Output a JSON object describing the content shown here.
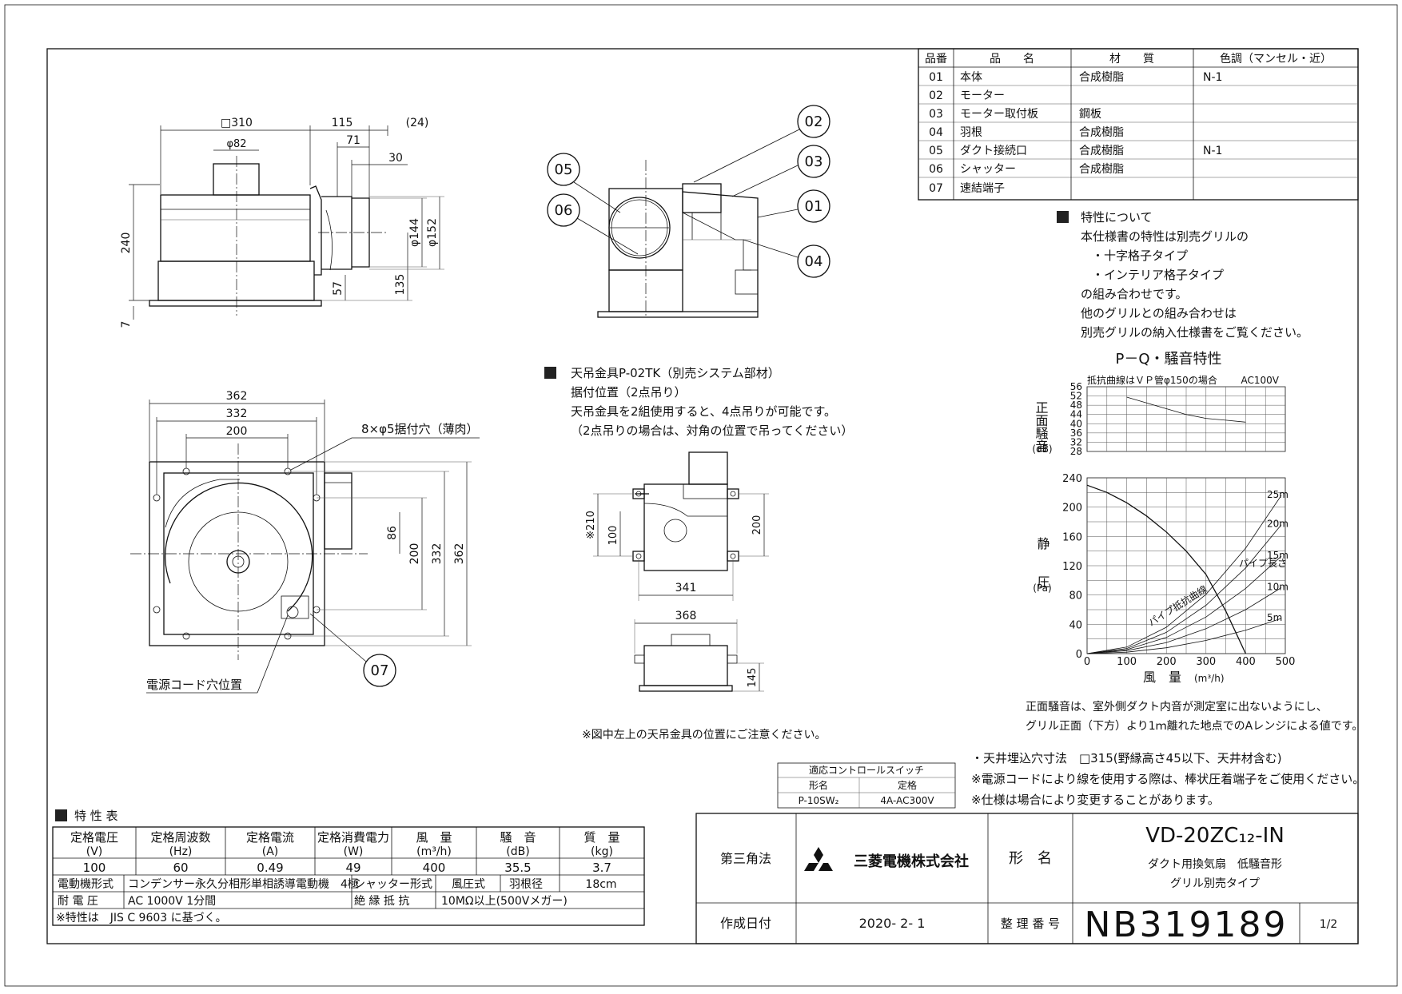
{
  "parts_table": {
    "headers": [
      "品番",
      "品　　名",
      "材　　質",
      "色調（マンセル・近）"
    ],
    "rows": [
      [
        "01",
        "本体",
        "合成樹脂",
        "N-1"
      ],
      [
        "02",
        "モーター",
        "",
        ""
      ],
      [
        "03",
        "モーター取付板",
        "鋼板",
        ""
      ],
      [
        "04",
        "羽根",
        "合成樹脂",
        ""
      ],
      [
        "05",
        "ダクト接続口",
        "合成樹脂",
        "N-1"
      ],
      [
        "06",
        "シャッター",
        "合成樹脂",
        ""
      ],
      [
        "07",
        "速結端子",
        "",
        ""
      ]
    ]
  },
  "callouts": [
    "02",
    "03",
    "01",
    "04",
    "05",
    "06",
    "07"
  ],
  "characteristics_note": {
    "title": "特性について",
    "lines": [
      "本仕様書の特性は別売グリルの",
      "・十字格子タイプ",
      "・インテリア格子タイプ",
      "の組み合わせです。",
      "他のグリルとの組み合わせは",
      "別売グリルの納入仕様書をご覧ください。"
    ]
  },
  "front_dims": {
    "w310": "□310",
    "d82": "φ82",
    "d115": "115",
    "d24": "(24)",
    "d71": "71",
    "d30": "30",
    "h240": "240",
    "h7": "7",
    "h57": "57",
    "h135": "135",
    "p144": "φ144",
    "p152": "φ152"
  },
  "plan_dims": {
    "d362": "362",
    "d332": "332",
    "d200": "200",
    "v86": "86",
    "v200": "200",
    "v332": "332",
    "v362": "362",
    "holes": "8×φ5据付穴（薄肉）",
    "cord": "電源コード穴位置"
  },
  "hanger": {
    "title": "天吊金具P-02TK（別売システム部材）",
    "lines": [
      "据付位置（2点吊り）",
      "天吊金具を2組使用すると、4点吊りが可能です。",
      "（2点吊りの場合は、対角の位置で吊ってください）"
    ],
    "d210": "※210",
    "d100": "100",
    "d200": "200",
    "d341": "341",
    "d368": "368",
    "d145": "145",
    "note": "※図中左上の天吊金具の位置にご注意ください。"
  },
  "chart_data": [
    {
      "type": "line",
      "title": "P－Q・騒音特性",
      "subtitle": "抵抗曲線はＶＰ管φ150の場合",
      "voltage": "AC100V",
      "ylabel": "正面騒音",
      "yunit": "(dB)",
      "yticks": [
        "56",
        "52",
        "48",
        "44",
        "40",
        "36",
        "32",
        "28"
      ],
      "ylim": [
        28,
        56
      ],
      "xlim": [
        0,
        500
      ],
      "series": [
        {
          "x": [
            100,
            150,
            200,
            250,
            300,
            350,
            400
          ],
          "y": [
            51.5,
            49,
            46.5,
            44,
            42.3,
            41.5,
            40.7
          ]
        }
      ]
    },
    {
      "type": "line",
      "ylabel": "静　　圧",
      "yunit": "(Pa)",
      "xlabel": "風　量",
      "xunit": "(m³/h)",
      "xticks": [
        "0",
        "100",
        "200",
        "300",
        "400",
        "500"
      ],
      "yticks": [
        "0",
        "40",
        "80",
        "120",
        "160",
        "200",
        "240"
      ],
      "xlim": [
        0,
        500
      ],
      "ylim": [
        0,
        240
      ],
      "pq_curve": {
        "x": [
          0,
          50,
          100,
          150,
          200,
          250,
          300,
          350,
          400
        ],
        "y": [
          230,
          220,
          206,
          188,
          166,
          140,
          108,
          58,
          0
        ]
      },
      "resistance_label": "パイプ抵抗曲線",
      "pipe_label": "パイプ長さ",
      "resistance_curves": [
        {
          "name": "25m",
          "x": [
            0,
            100,
            200,
            300,
            400,
            490
          ],
          "y": [
            0,
            9,
            36,
            81,
            144,
            216
          ]
        },
        {
          "name": "20m",
          "x": [
            0,
            100,
            200,
            300,
            400,
            490
          ],
          "y": [
            0,
            7,
            29,
            66,
            117,
            176
          ]
        },
        {
          "name": "15m",
          "x": [
            0,
            100,
            200,
            300,
            400,
            490
          ],
          "y": [
            0,
            5.5,
            22,
            50,
            89,
            133
          ]
        },
        {
          "name": "10m",
          "x": [
            0,
            100,
            200,
            300,
            400,
            490
          ],
          "y": [
            0,
            4,
            15,
            34,
            60,
            90
          ]
        },
        {
          "name": "5m",
          "x": [
            0,
            100,
            200,
            300,
            400,
            490
          ],
          "y": [
            0,
            2,
            8,
            18,
            32,
            48
          ]
        }
      ]
    }
  ],
  "noise_note": [
    "正面騒音は、室外側ダクト内音が測定室に出ないようにし、",
    "グリル正面（下方）より1ｍ離れた地点でのAレンジによる値です。"
  ],
  "notes": [
    "・天井埋込穴寸法　□315(野縁高さ45以下、天井材含む)",
    "※電源コードにより線を使用する際は、棒状圧着端子をご使用ください。",
    "※仕様は場合により変更することがあります。"
  ],
  "switch_table": {
    "title": "適応コントロールスイッチ",
    "h1": "形名",
    "h2": "定格",
    "v1": "P-10SW₂",
    "v2": "4A-AC300V"
  },
  "spec_table": {
    "title": "特 性 表",
    "headers": [
      "定格電圧",
      "定格周波数",
      "定格電流",
      "定格消費電力",
      "風　量",
      "騒　音",
      "質　量"
    ],
    "units": [
      "(V)",
      "(Hz)",
      "(A)",
      "(W)",
      "(m³/h)",
      "(dB)",
      "(kg)"
    ],
    "values": [
      "100",
      "60",
      "0.49",
      "49",
      "400",
      "35.5",
      "3.7"
    ],
    "motor_label": "電動機形式",
    "motor_value": "コンデンサー永久分相形単相誘導電動機　4極",
    "shutter_label": "シャッター形式",
    "shutter_value": "風圧式",
    "blade_label": "羽根径",
    "blade_value": "18cm",
    "voltage_label": "耐 電 圧",
    "voltage_value": "AC 1000V 1分間",
    "insulation_label": "絶 縁 抵 抗",
    "insulation_value": "10MΩ以上(500Vメガー)",
    "footnote": "※特性は　JIS C 9603 に基づく。"
  },
  "title_block": {
    "projection": "第三角法",
    "company": "三菱電機株式会社",
    "model_label": "形　名",
    "model": "VD-20ZC₁₂-IN",
    "desc1": "ダクト用換気扇　低騒音形",
    "desc2": "グリル別売タイプ",
    "date_label": "作成日付",
    "date": "2020- 2- 1",
    "number_label": "整 理 番 号",
    "number": "NB319189",
    "page": "1/2"
  }
}
